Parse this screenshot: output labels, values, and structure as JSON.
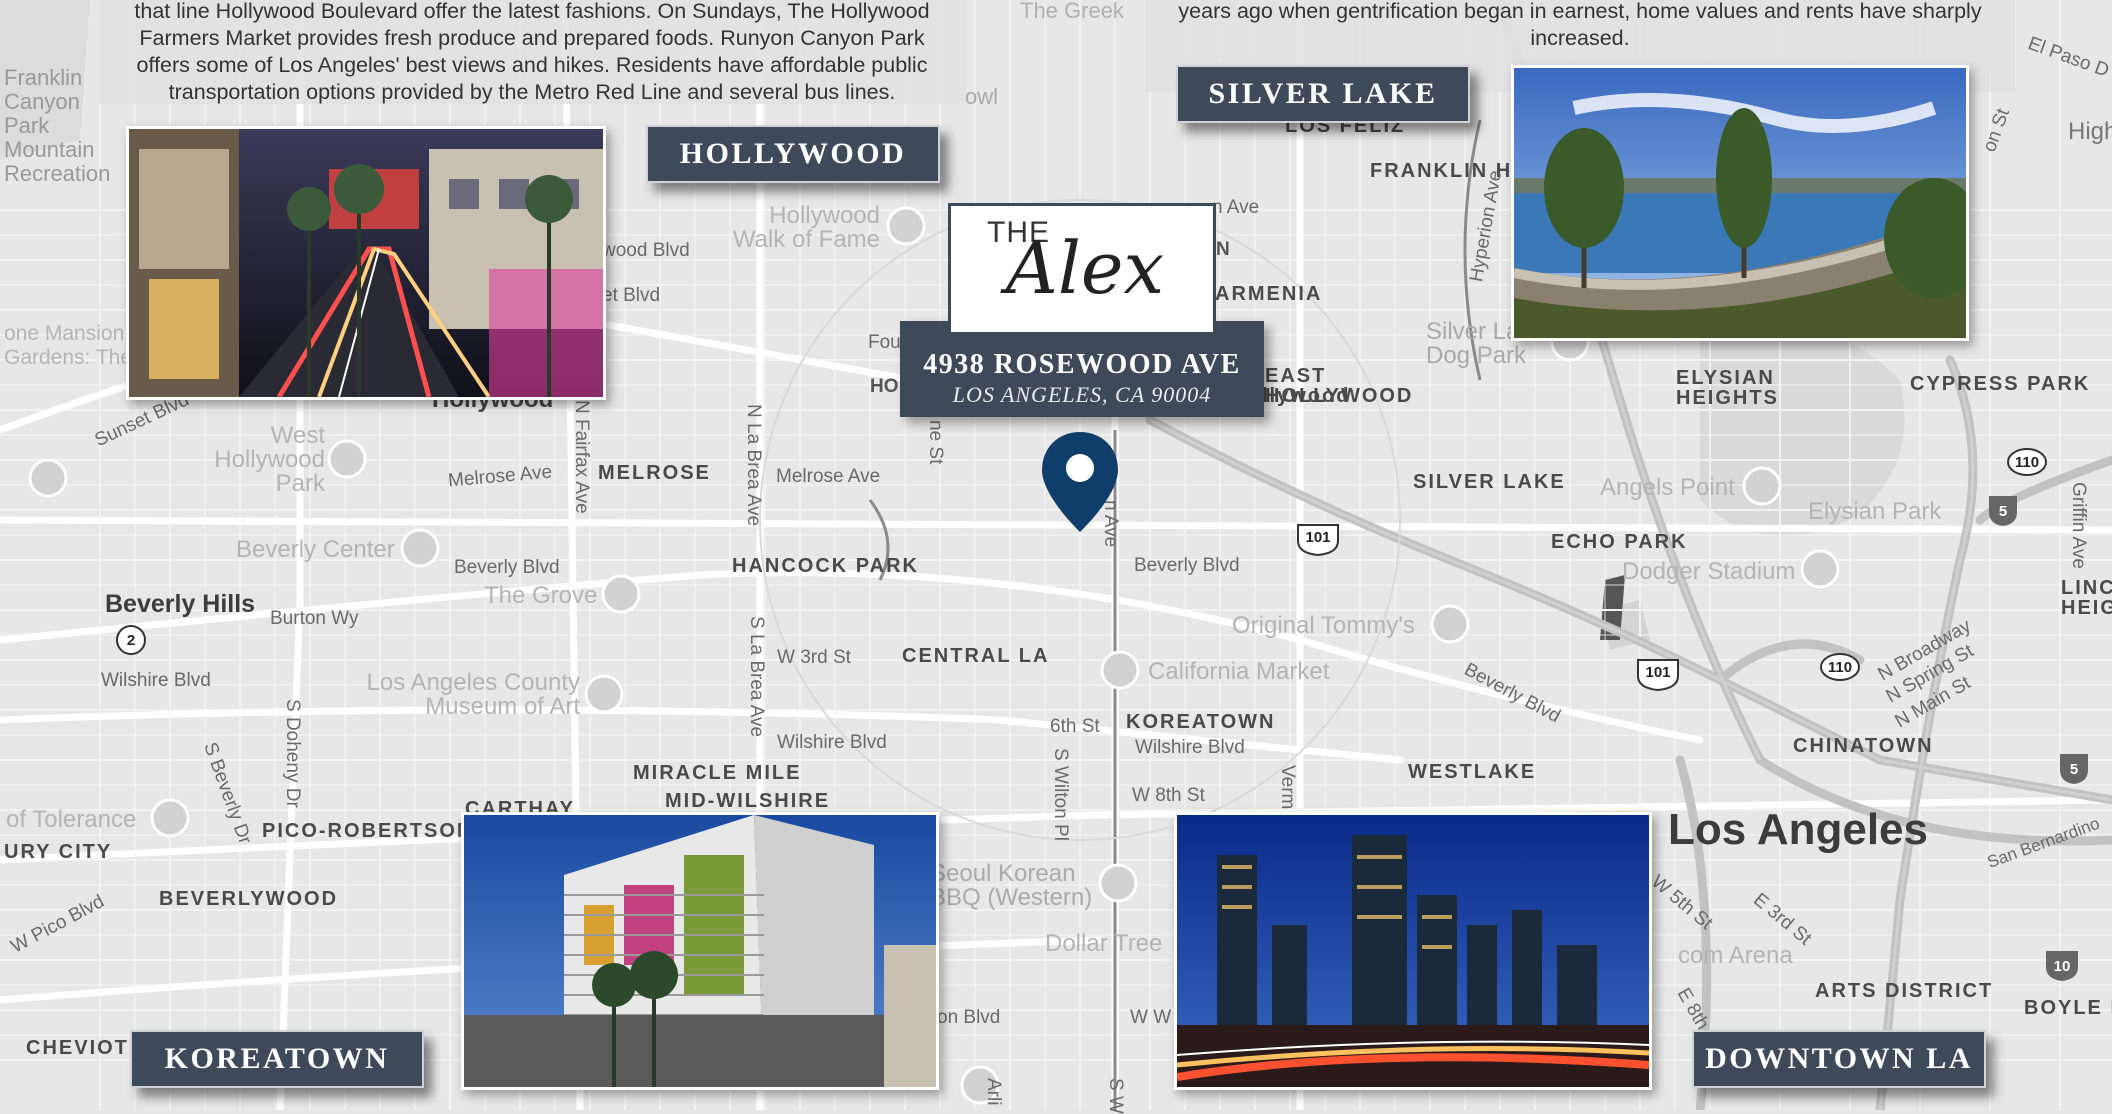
{
  "location": {
    "logo_the": "THE",
    "logo_name": "Alex",
    "street": "4938 ROSEWOOD AVE",
    "city": "LOS ANGELES, CA 90004",
    "pin_icon": "map-pin-icon",
    "pin_color": "#0f3e6b"
  },
  "panels": {
    "hollywood": {
      "title": "HOLLYWOOD",
      "text_lines": [
        "that line Hollywood Boulevard offer the latest fashions. On Sundays, The Hollywood",
        "Farmers Market provides fresh produce and prepared foods. Runyon Canyon Park",
        "offers some of Los Angeles' best views and hikes. Residents have affordable public",
        "transportation options provided by the Metro Red Line and several bus lines."
      ]
    },
    "silver_lake": {
      "title": "SILVER LAKE",
      "text_lines": [
        "years ago when gentrification began in earnest, home values and rents have sharply",
        "increased."
      ]
    },
    "koreatown": {
      "title": "KOREATOWN"
    },
    "downtown": {
      "title": "DOWNTOWN LA"
    }
  },
  "map_labels": {
    "neighborhoods": [
      "MELROSE",
      "HANCOCK PARK",
      "CENTRAL LA",
      "KOREATOWN",
      "MIRACLE MILE",
      "MID-WILSHIRE",
      "CARTHAY",
      "PICO-ROBERTSON",
      "BEVERLYWOOD",
      "CHEVIOT",
      "URY CITY",
      "FRANKLIN HILLS",
      "ARMENIA",
      "EAST HOLLYWOOD",
      "ELYSIAN HEIGHTS",
      "CYPRESS PARK",
      "SILVER LAKE",
      "ECHO PARK",
      "WESTLAKE",
      "CHINATOWN",
      "ARTS DISTRICT",
      "BOYLE H",
      "LINC HEIG",
      "LOS FELIZ",
      "Hollywood",
      "High"
    ],
    "roads": [
      "Sunset Blvd",
      "Melrose Ave",
      "Melrose Ave",
      "Beverly Blvd",
      "Beverly Blvd",
      "Burton Wy",
      "Wilshire Blvd",
      "Wilshire Blvd",
      "Wilshire Blvd",
      "W 3rd St",
      "6th St",
      "W 8th St",
      "wood Blvd",
      "et Blvd",
      "Beverly Blvd",
      "W Pico Blvd",
      "N Broadway",
      "N Spring St",
      "N Main St",
      "W 5th St",
      "E 3rd St",
      "San Bernardino",
      "El Paso D",
      "on Blvd",
      "W W",
      "N Fairfax Ave",
      "N La Brea Ave",
      "S La Brea Ave",
      "S Doheny Dr",
      "S Beverly Dr",
      "S Wilton Pl",
      "Hyperion Ave",
      "ne St",
      "n Ave",
      "Verm",
      "Arli",
      "S W",
      "on St",
      "Griffin Ave",
      "HO",
      "Fou",
      "N",
      "llywood",
      "owl",
      "The Greek",
      "n Ave"
    ],
    "places": [
      "Beverly Hills",
      "Los Angeles",
      "West Hollywood Park",
      "Beverly Center",
      "The Grove",
      "Los Angeles County Museum of Art",
      "Hollywood Walk of Fame",
      "Silver Lake Dog Park",
      "Angels Point",
      "Elysian Park",
      "Dodger Stadium",
      "Original Tommy's",
      "California Market",
      "Seoul Korean BBQ (Western)",
      "Dollar Tree",
      "com Arena",
      "of Tolerance",
      "one Mansion Gardens: The",
      "Franklin Canyon Park Mountain Recreation",
      "E 8th"
    ],
    "shields": [
      "2",
      "101",
      "101",
      "110",
      "110",
      "5",
      "5",
      "10"
    ]
  },
  "colors": {
    "banner": "#3e4a5a",
    "map_background": "#e6e6e6",
    "road": "#ffffff"
  }
}
